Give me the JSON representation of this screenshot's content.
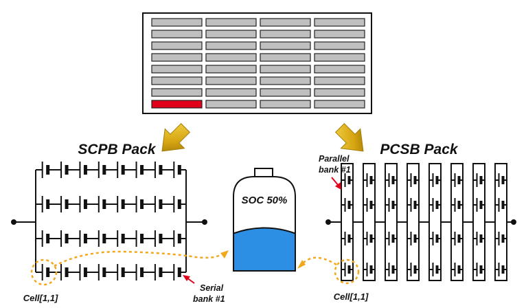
{
  "pack_grid": {
    "rows": 8,
    "cols": 4,
    "faulty_cell": [
      7,
      0
    ],
    "faulty_color": "#e0001a"
  },
  "scpb": {
    "title": "SCPB Pack",
    "rows": 4,
    "cols": 8,
    "bank_label_line1": "Serial",
    "bank_label_line2": "bank #1",
    "cell_label": "Cell[1,1]"
  },
  "pcsb": {
    "title": "PCSB Pack",
    "rows": 4,
    "cols": 8,
    "bank_label_line1": "Parallel",
    "bank_label_line2": "bank #1",
    "cell_label": "Cell[1,1]"
  },
  "battery": {
    "label": "SOC 50%",
    "soc": 0.5,
    "fill_color": "#2d8fe3"
  },
  "colors": {
    "arrow_gold": "#d6a512",
    "dotted_orange": "#f2a81d",
    "pointer_red": "#e0001a",
    "cell_fill": "#bfbfbf"
  }
}
